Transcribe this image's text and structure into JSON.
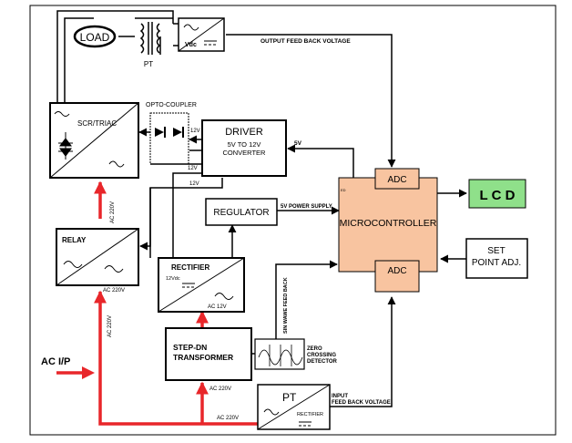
{
  "blocks": {
    "load": "LOAD",
    "pt_top": "PT",
    "vdc": "Vdc",
    "opto_coupler": "OPTO-COUPLER",
    "scr_triac": "SCR/TRIAC",
    "driver_title": "DRIVER",
    "driver_line1": "5V TO 12V",
    "driver_line2": "CONVERTER",
    "regulator": "REGULATOR",
    "relay": "RELAY",
    "rectifier": "RECTIFIER",
    "rect_dc": "12Vdc",
    "rect_ac": "AC 12V",
    "stepdn_line1": "STEP-DN",
    "stepdn_line2": "TRANSFORMER",
    "zcd_line1": "ZERO",
    "zcd_line2": "CROSSING",
    "zcd_line3": "DETECTOR",
    "pt_bottom": "PT",
    "rect_bottom": "RECTIFIER",
    "microcontroller": "MICROCONTROLLER",
    "mc_pin": "ED",
    "adc_top": "ADC",
    "adc_bottom": "ADC",
    "lcd": "L C D",
    "setpoint_line1": "SET",
    "setpoint_line2": "POINT ADJ."
  },
  "labels": {
    "output_feedback": "OUTPUT FEED BACK VOLTAGE",
    "v12_opto": "12V",
    "v12_driver_out": "12V",
    "v12_driver_in": "12V",
    "v5": "5V",
    "v5_supply": "5V POWER SUPPLY",
    "ac220_scr": "AC 220V",
    "ac220_relay": "AC 220V",
    "ac220_vert": "AC 220V",
    "ac220_step": "AC 220V",
    "ac220_bottom": "AC 220V",
    "sin_feedback": "SIN WAWE FEED BACK",
    "ac_ip": "AC I/P",
    "input_fb_1": "INPUT",
    "input_fb_2": "FEED BACK VOLTAGE"
  },
  "colors": {
    "power_line": "#e8262a",
    "microcontroller_fill": "#f8c4a0",
    "lcd_fill": "#8fe08a"
  }
}
